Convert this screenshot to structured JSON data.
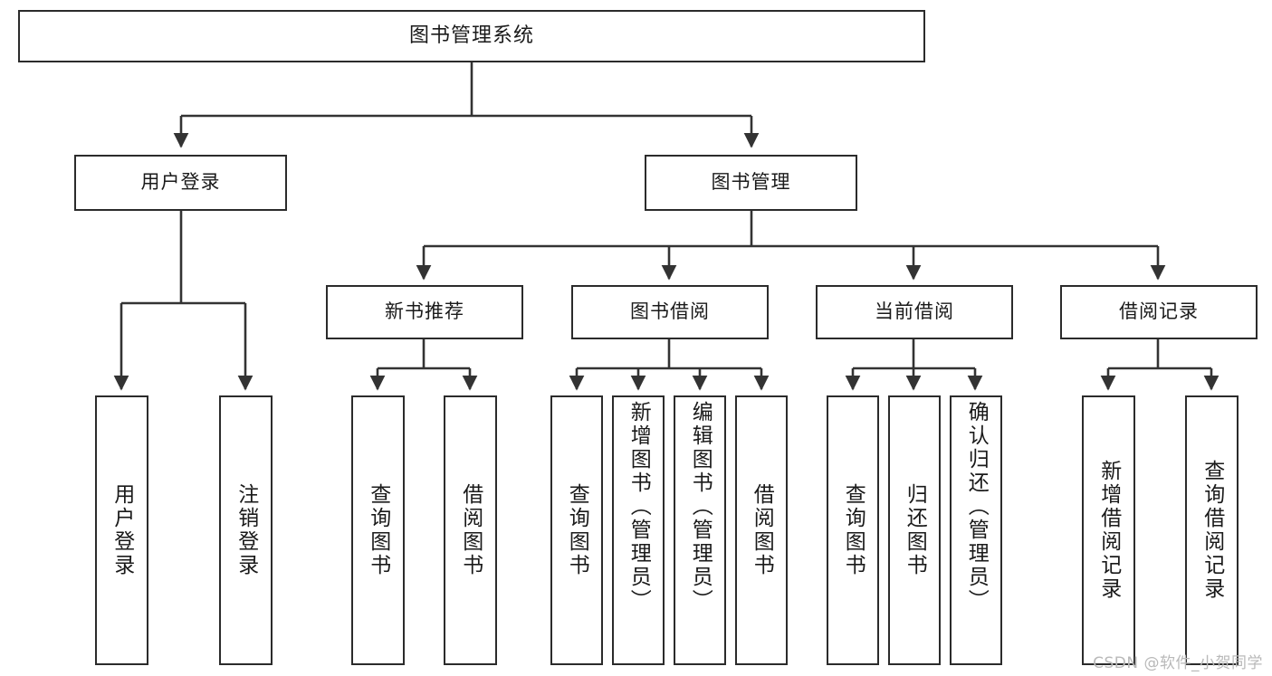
{
  "diagram": {
    "type": "tree-hierarchy",
    "title": "图书管理系统",
    "watermark": "CSDN @软件_小贺同学",
    "colors": {
      "box_border": "#2b2b2b",
      "box_fill": "#ffffff",
      "connector": "#333333",
      "text": "#1a1a1a",
      "watermark": "#b9b9b9",
      "background": "#ffffff"
    },
    "root": {
      "id": "root",
      "label": "图书管理系统"
    },
    "level1": [
      {
        "id": "user-login",
        "label": "用户登录"
      },
      {
        "id": "book-management",
        "label": "图书管理"
      }
    ],
    "level2": [
      {
        "id": "new-book-recommend",
        "label": "新书推荐",
        "parent": "book-management"
      },
      {
        "id": "book-borrow",
        "label": "图书借阅",
        "parent": "book-management"
      },
      {
        "id": "current-borrow",
        "label": "当前借阅",
        "parent": "book-management"
      },
      {
        "id": "borrow-record",
        "label": "借阅记录",
        "parent": "book-management"
      }
    ],
    "leaves": {
      "user_login": [
        {
          "id": "leaf-user-login",
          "label": "用户登录"
        },
        {
          "id": "leaf-user-logout",
          "label": "注销登录"
        }
      ],
      "new_book_recommend": [
        {
          "id": "leaf-query-book-1",
          "label": "查询图书"
        },
        {
          "id": "leaf-borrow-book-1",
          "label": "借阅图书"
        }
      ],
      "book_borrow": [
        {
          "id": "leaf-query-book-2",
          "label": "查询图书"
        },
        {
          "id": "leaf-add-book",
          "label": "新增图书（管理员）"
        },
        {
          "id": "leaf-edit-book",
          "label": "编辑图书（管理员）"
        },
        {
          "id": "leaf-borrow-book-2",
          "label": "借阅图书"
        }
      ],
      "current_borrow": [
        {
          "id": "leaf-query-book-3",
          "label": "查询图书"
        },
        {
          "id": "leaf-return-book",
          "label": "归还图书"
        },
        {
          "id": "leaf-confirm-return",
          "label": "确认归还（管理员）"
        }
      ],
      "borrow_record": [
        {
          "id": "leaf-add-record",
          "label": "新增借阅记录"
        },
        {
          "id": "leaf-query-record",
          "label": "查询借阅记录"
        }
      ]
    }
  }
}
